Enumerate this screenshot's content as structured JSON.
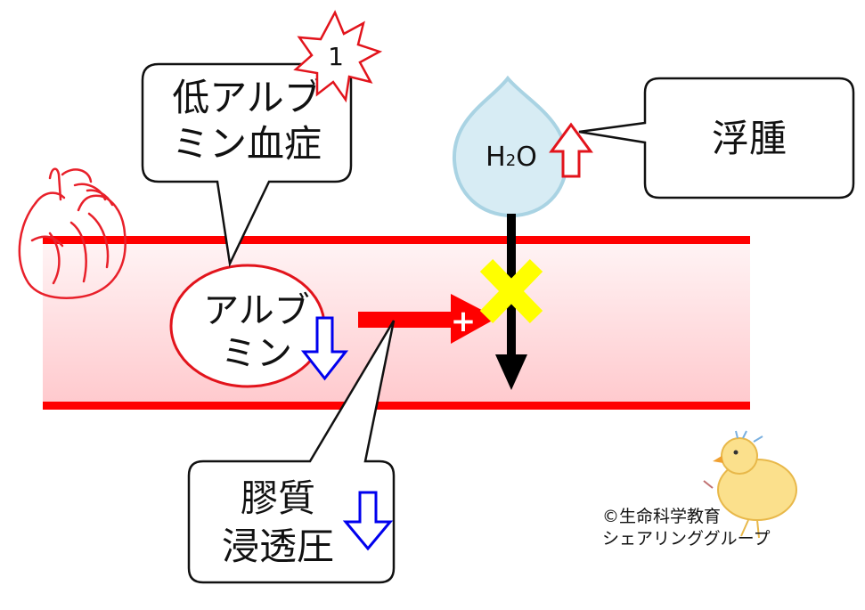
{
  "badge": {
    "number": "1"
  },
  "callouts": {
    "hypoalbuminemia": {
      "line1": "低アルブ",
      "line2": "ミン血症"
    },
    "edema": {
      "label": "浮腫"
    },
    "oncotic_pressure": {
      "line1": "膠質",
      "line2": "浸透圧"
    }
  },
  "vessel": {
    "albumin": {
      "line1": "アルブ",
      "line2": "ミン"
    },
    "plus_sign": "+"
  },
  "water_drop": {
    "label_main": "H",
    "label_sub": "2",
    "label_end": "O"
  },
  "credit": {
    "line1": "©生命科学教育",
    "line2": "シェアリンググループ"
  },
  "colors": {
    "vessel_wall": "#ff0000",
    "vessel_fill": "#ffd3d6",
    "drop_fill": "#d7ecf4",
    "drop_stroke": "#a9d3e3",
    "decrease_arrow": "#0000ee",
    "increase_arrow": "#ee0000",
    "block_mark": "#ffff00"
  }
}
